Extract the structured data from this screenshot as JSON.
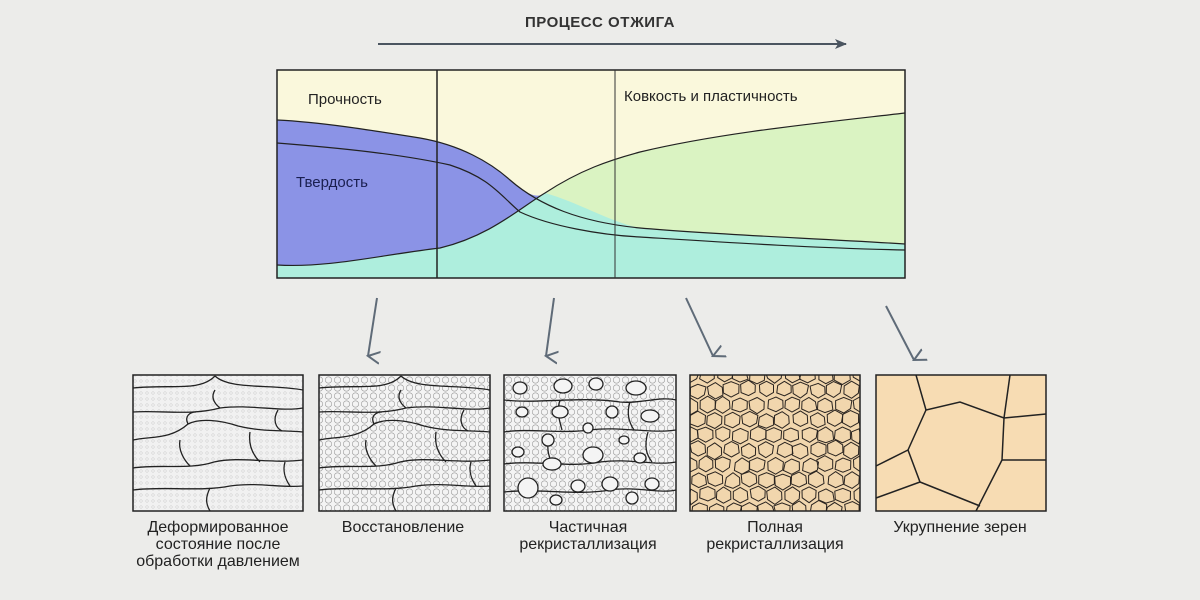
{
  "diagram": {
    "process_title": "ПРОЦЕСС ОТЖИГА",
    "chart": {
      "label_strength": "Прочность",
      "label_hardness": "Твердость",
      "label_ductility": "Ковкость и пластичность"
    },
    "stages": [
      {
        "caption": "Деформированное состояние после обработки давлением"
      },
      {
        "caption": "Восстановление"
      },
      {
        "caption": "Частичная рекристаллизация"
      },
      {
        "caption": "Полная рекристаллизация"
      },
      {
        "caption": "Укрупнение зерен"
      }
    ],
    "colors": {
      "strength_zone": "#faf8dc",
      "hardness_zone": "#8b93e6",
      "ductility_zone": "#daf3c2",
      "base_zone": "#aeeedd",
      "grain_fill_deformed": "#f1f1f1",
      "grain_fill_full": "#f1d6ad",
      "grain_fill_coarse": "#f7dcb3",
      "line": "#222222"
    },
    "icons": [
      "down-arrow-icon"
    ]
  }
}
